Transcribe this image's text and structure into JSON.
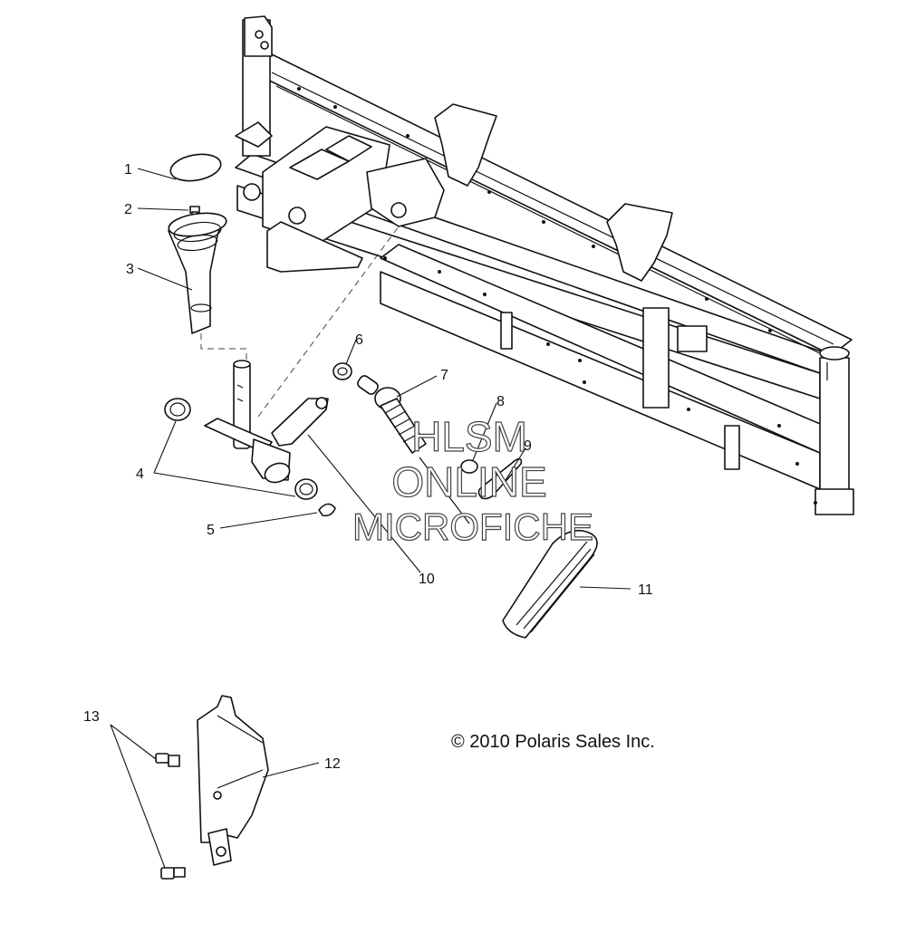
{
  "callouts": [
    "1",
    "2",
    "3",
    "4",
    "5",
    "6",
    "7",
    "8",
    "9",
    "10",
    "11",
    "12",
    "13"
  ],
  "copyright": "© 2010 Polaris Sales Inc.",
  "watermark": {
    "line1": "HLSM",
    "line2": "ONLINE",
    "line3": "MICROFICHE"
  }
}
